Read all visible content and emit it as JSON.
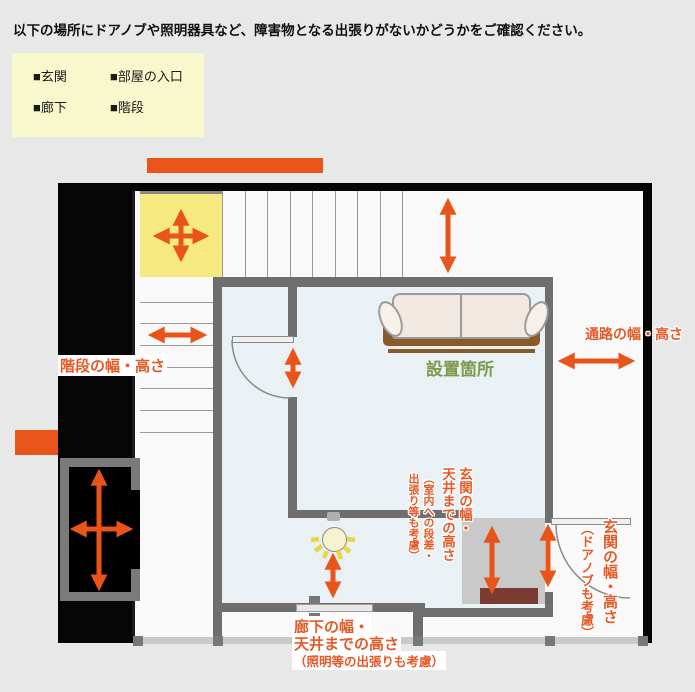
{
  "title": "以下の場所にドアノブや照明器具など、障害物となる出張りがないかどうかをご確認ください。",
  "legend": {
    "items": [
      "■玄関",
      "■部屋の入口",
      "■廊下",
      "■階段"
    ]
  },
  "plan_labels": {
    "stairs": "階段の幅・高さ",
    "passage": "通路の幅・高さ",
    "placement": "設置箇所",
    "hallway": {
      "line1": "廊下の幅・",
      "line2": "天井までの高さ",
      "line3": "（照明等の出張りも考慮）"
    },
    "entrance_inner": {
      "main": "玄関の幅・\n天井までの高さ",
      "sub": "（室内への段差・\n出張り等も考慮）"
    },
    "entrance_outer": {
      "main": "玄関の幅・高さ",
      "sub": "（ドアノブも考慮）"
    }
  },
  "colors": {
    "accent_orange": "#e8541a",
    "label_orange": "#e55a28",
    "wall_gray": "#6e6e6e",
    "landing_yellow": "#f6e97f",
    "room_blue": "#eaf1f4",
    "genkan_gray": "#c9c9c9",
    "mat_brown": "#7a3c32",
    "sofa_brown": "#8a5a28",
    "placement_green": "#7d9b4e",
    "legend_bg": "#f8f8cc",
    "ray_yellow": "#e8d83e",
    "background": "#e8e8e8"
  },
  "icons": {
    "lightbulb": "lightbulb-icon",
    "sofa": "sofa-icon",
    "measure_arrows": "measure-arrow"
  }
}
